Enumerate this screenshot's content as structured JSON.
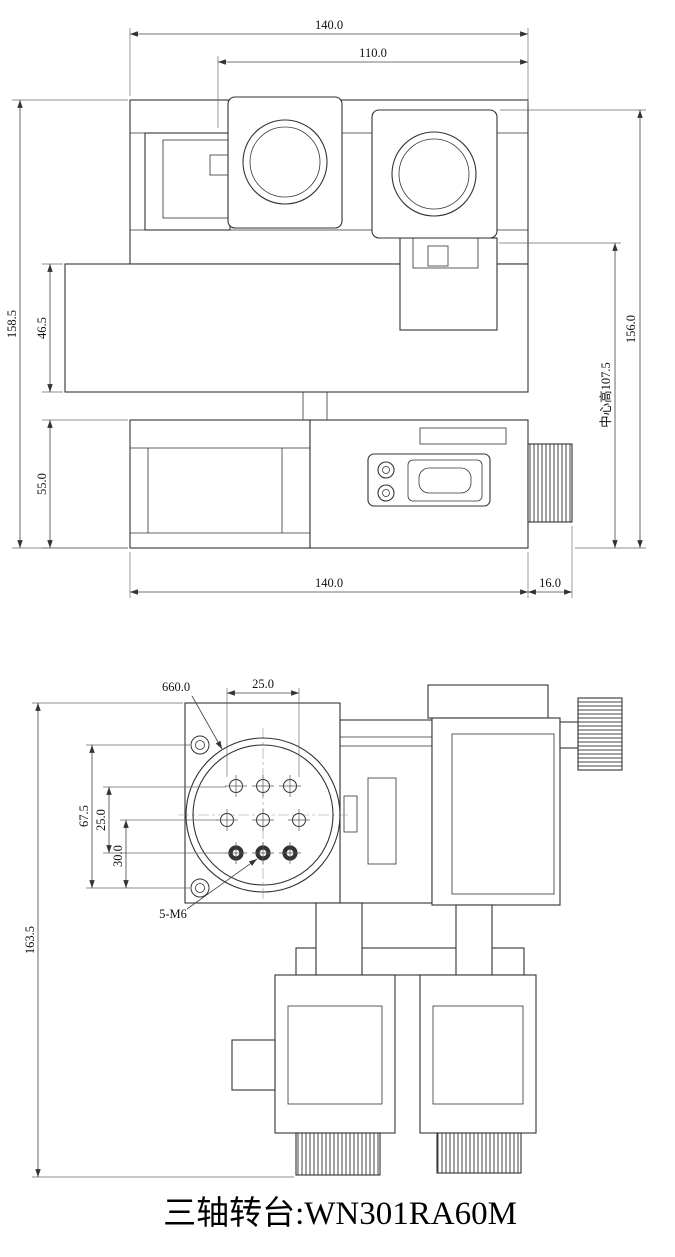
{
  "title": "三轴转台:WN301RA60M",
  "views": {
    "top": {
      "width_top": "140.0",
      "width_inner": "110.0",
      "height_total": "158.5",
      "height_mid": "46.5",
      "height_base": "55.0",
      "height_right": "156.0",
      "center_height": "中心高107.5",
      "width_base": "140.0",
      "knob_width": "16.0"
    },
    "front": {
      "flange_diameter": "660.0",
      "hole_pitch_horizontal": "25.0",
      "mount_hole_spacing": "67.5",
      "hole_pitch_vertical": "25.0",
      "hole_offset": "30.0",
      "height_total": "163.5",
      "thread_callout": "5-M6"
    }
  }
}
